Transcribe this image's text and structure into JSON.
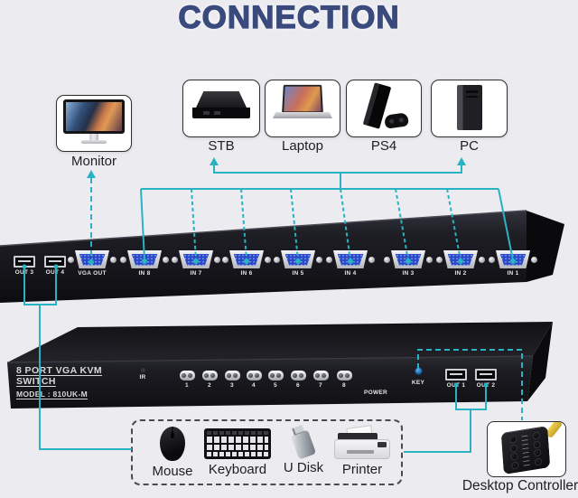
{
  "title": "CONNECTION",
  "colors": {
    "accent": "#29b3c2",
    "title_color": "#3b4a7d",
    "background": "#ebebf0",
    "panel_dark": "#17171c",
    "vga_blue": "#2a49c8"
  },
  "monitor": {
    "label": "Monitor"
  },
  "sources": {
    "stb": "STB",
    "laptop": "Laptop",
    "ps4": "PS4",
    "pc": "PC"
  },
  "rear_panel": {
    "usb_out3": "OUT 3",
    "usb_out4": "OUT 4",
    "vga_out": "VGA OUT",
    "inputs": [
      "IN 8",
      "IN 7",
      "IN 6",
      "IN 5",
      "IN 4",
      "IN 3",
      "IN 2",
      "IN 1"
    ]
  },
  "front_panel": {
    "name_line": "8 PORT VGA KVM SWITCH",
    "model_line": "MODEL : 810UK-M",
    "ir_label": "IR",
    "buttons": [
      "1",
      "2",
      "3",
      "4",
      "5",
      "6",
      "7",
      "8"
    ],
    "power_label": "POWER",
    "key_label": "KEY",
    "usb_out1": "OUT 1",
    "usb_out2": "OUT 2"
  },
  "accessories": {
    "mouse": "Mouse",
    "keyboard": "Keyboard",
    "udisk": "U Disk",
    "printer": "Printer"
  },
  "controller": {
    "label": "Desktop Controller"
  }
}
